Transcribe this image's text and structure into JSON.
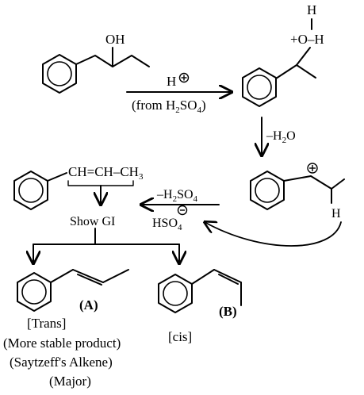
{
  "reaction": {
    "step1": {
      "reactant_substituent": "OH",
      "reagent": "H",
      "reagent_charge": "+",
      "conditions_prefix": "(from H",
      "conditions_sub1": "2",
      "conditions_mid": "SO",
      "conditions_sub2": "4",
      "conditions_suffix": ")"
    },
    "protonated_alcohol": {
      "hydrogen_top": "H",
      "oxonium_prefix": "+O–H"
    },
    "step2": {
      "reagent_prefix": "–H",
      "reagent_sub": "2",
      "reagent_suffix": "O"
    },
    "carbocation": {
      "charge": "+",
      "beta_hydrogen": "H"
    },
    "step3": {
      "reagent_prefix": "–H",
      "reagent_sub": "2",
      "reagent_mid": "SO",
      "reagent_sub2": "4",
      "base": "HSO",
      "base_sub": "4",
      "base_charge": "−"
    },
    "alkene_general": {
      "formula_prefix": "CH=CH–CH",
      "formula_sub": "3",
      "note": "Show GI"
    },
    "product_a": {
      "label": "(A)",
      "lines": [
        "[Trans]",
        "(More stable product)",
        "(Saytzeff's Alkene)",
        "(Major)"
      ]
    },
    "product_b": {
      "label": "(B)",
      "stereo": "[cis]"
    }
  }
}
